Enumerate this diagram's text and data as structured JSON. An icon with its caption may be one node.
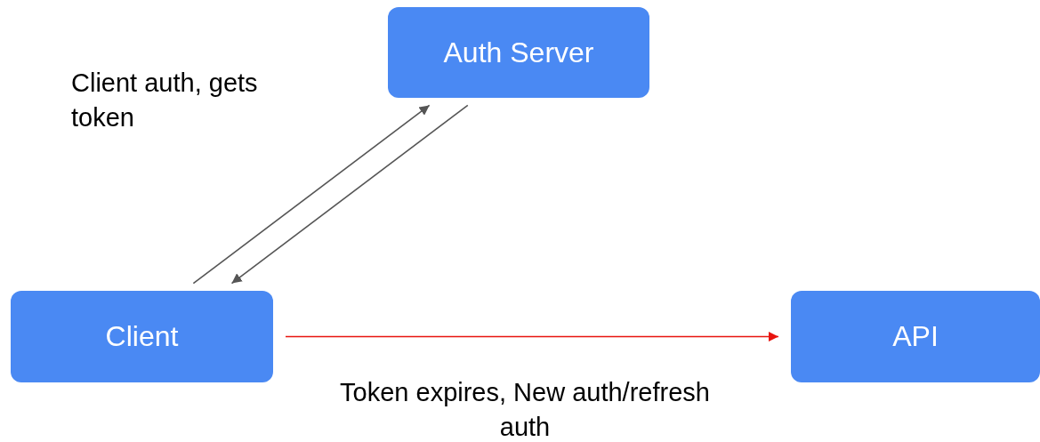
{
  "diagram": {
    "nodes": [
      {
        "text": [
          "Auth Server"
        ]
      },
      {
        "text": [
          "Client"
        ]
      },
      {
        "text": [
          "API"
        ]
      }
    ],
    "edges": [
      {
        "from": 1,
        "to": 0,
        "arrow": "to",
        "color": "#555555"
      },
      {
        "from": 0,
        "to": 1,
        "arrow": "to",
        "color": "#555555"
      },
      {
        "from": 1,
        "to": 2,
        "arrow": "to",
        "color": "#e8140f",
        "label": "Token expires, New auth/refresh auth"
      }
    ],
    "labels": [
      "Client auth, gets token"
    ]
  }
}
